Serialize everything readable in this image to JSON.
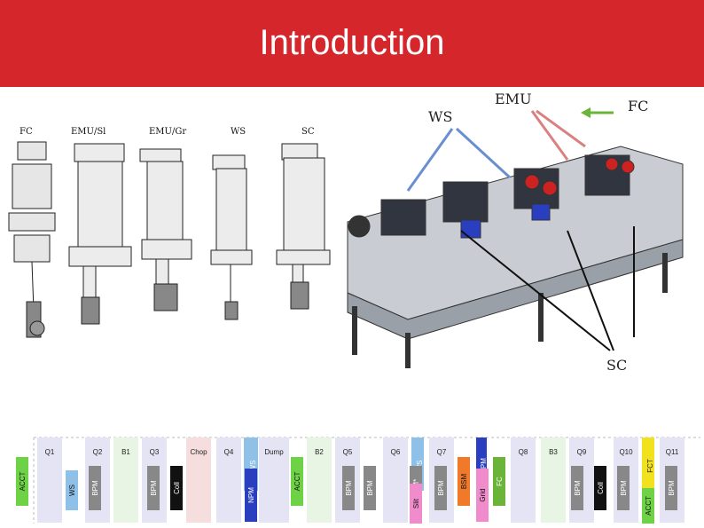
{
  "header": {
    "title": "Introduction",
    "color": "#d5262b"
  },
  "diagnostic_labels": [
    "FC",
    "EMU/Sl",
    "EMU/Gr",
    "WS",
    "SC"
  ],
  "callouts": {
    "ws": "WS",
    "emu": "EMU",
    "fc": "FC",
    "sc": "SC"
  },
  "beamline": {
    "top_labels": [
      "Q1",
      "Q2",
      "B1",
      "Q3",
      "Chop",
      "Q4",
      "WS",
      "Dump",
      "B2",
      "Q5",
      "Q6",
      "WS",
      "Q7",
      "NPM",
      "Q8",
      "B3",
      "Q9",
      "Q10",
      "FCT",
      "Q11"
    ],
    "bottom_labels": [
      "ACCT",
      "WS",
      "BPM",
      "BPM",
      "Coll",
      "NPM",
      "ACCT",
      "BPM",
      "BPM",
      "BPM*",
      "Slit",
      "BPM",
      "BSM",
      "Grid",
      "FC",
      "BPM",
      "Coll",
      "BPM",
      "ACCT",
      "BPM"
    ]
  },
  "colors": {
    "quad": "#e4e4f4",
    "bend": "#e8f5e4",
    "chop": "#f6dede",
    "ws": "#8ec0e8",
    "npm": "#2a3fc0",
    "acct": "#6dd246",
    "bpm": "#888888",
    "coll": "#111111",
    "bsm": "#f07a2a",
    "grid": "#f08ccb",
    "fc": "#6ab43a",
    "fct": "#f2e21e"
  }
}
